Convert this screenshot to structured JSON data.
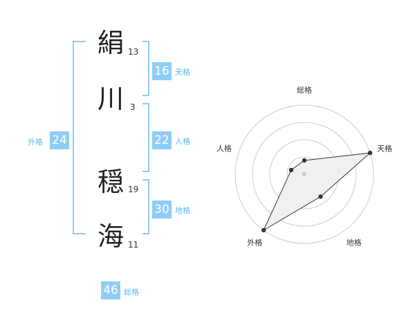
{
  "name": {
    "characters": [
      {
        "char": "絹",
        "strokes": "13"
      },
      {
        "char": "川",
        "strokes": "3"
      },
      {
        "char": "穏",
        "strokes": "19"
      },
      {
        "char": "海",
        "strokes": "11"
      }
    ]
  },
  "fortune": {
    "tenkaku": {
      "value": "16",
      "label": "天格"
    },
    "jinkaku": {
      "value": "22",
      "label": "人格"
    },
    "chikaku": {
      "value": "30",
      "label": "地格"
    },
    "gaikaku": {
      "value": "24",
      "label": "外格"
    },
    "soukaku": {
      "value": "46",
      "label": "総格"
    }
  },
  "chart_data": {
    "type": "radar",
    "axes": [
      "総格",
      "天格",
      "地格",
      "外格",
      "人格"
    ],
    "values": [
      1,
      5,
      2,
      5,
      1
    ],
    "max": 5,
    "rings": 4,
    "fill_color": "#eeeeee",
    "line_color": "#333333"
  },
  "colors": {
    "accent": "#8fcdf6",
    "label": "#5cb6ef",
    "bracket": "#8fcdf6"
  }
}
